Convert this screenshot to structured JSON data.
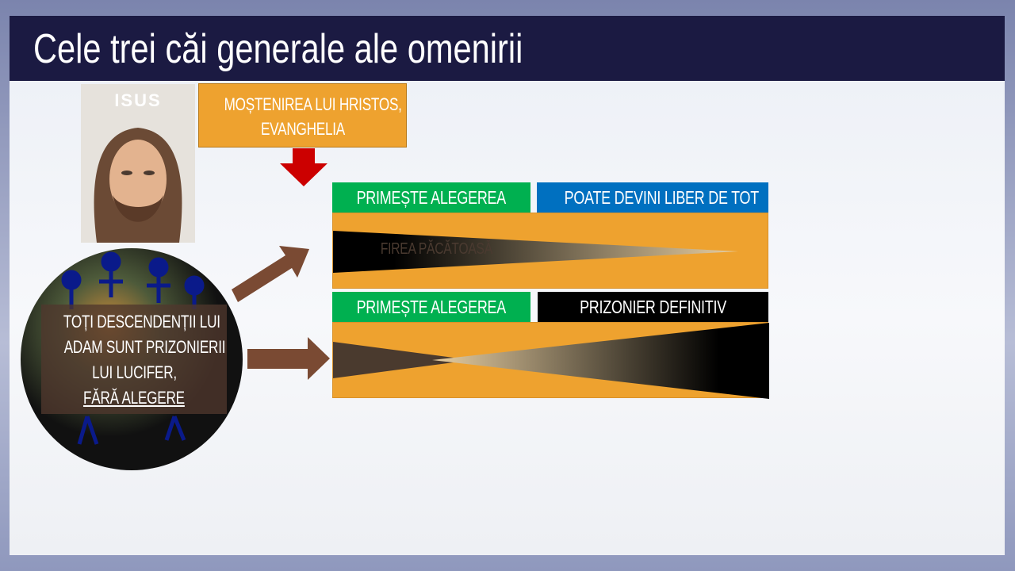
{
  "title": "Cele trei căi generale ale omenirii",
  "portrait": {
    "label": "ISUS"
  },
  "heritage_box": {
    "line1": "MOȘTENIREA LUI HRISTOS,",
    "line2": "EVANGHELIA"
  },
  "globe_text": {
    "line1": "TOȚI DESCENDENȚII LUI",
    "line2": "ADAM SUNT PRIZONIERII",
    "line3": "LUI LUCIFER,",
    "line4": "FĂRĂ ALEGERE"
  },
  "row1": {
    "left_label": "PRIMEȘTE ALEGEREA",
    "right_label": "POATE DEVINI LIBER DE TOT",
    "wedge_label": "FIREA PĂCĂTOASĂ"
  },
  "row2": {
    "left_label": "PRIMEȘTE ALEGEREA",
    "right_label": "PRIZONIER DEFINITIV"
  },
  "colors": {
    "navy": "#1b1a42",
    "orange": "#eea22f",
    "green": "#00b050",
    "blue": "#0070c0",
    "black": "#000000",
    "red": "#cc0000",
    "brown": "#7a4a33"
  }
}
